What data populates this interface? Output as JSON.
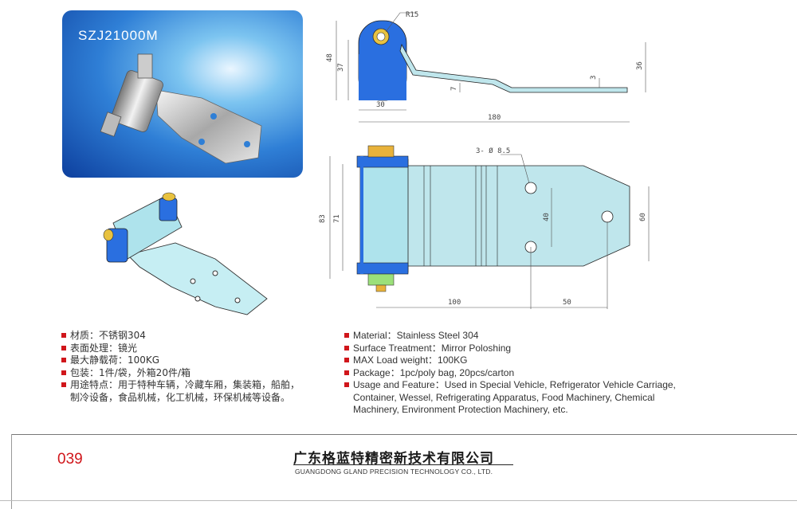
{
  "hero": {
    "model": "SZJ21000M"
  },
  "drawings": {
    "side_view": {
      "radius": "R15",
      "overall_height": "48",
      "inner_height": "37",
      "right_height": "36",
      "offset": "7",
      "thickness": "3",
      "barrel_width": "30",
      "length": "180"
    },
    "top_view": {
      "holes": "3- Ø 8.5",
      "overall_height": "83",
      "inner_height": "71",
      "hole_spacing_v": "40",
      "tip_height": "60",
      "dist_100": "100",
      "dist_50": "50"
    }
  },
  "specs_cn": [
    "材质：不锈钢304",
    "表面处理：镜光",
    "最大静载荷：100KG",
    "包装：1件/袋，外箱20件/箱",
    "用途特点：用于特种车辆，冷藏车厢，集装箱，船舶，",
    "制冷设备，食品机械，化工机械，环保机械等设备。"
  ],
  "specs_en": [
    "Material：Stainless Steel 304",
    "Surface Treatment：Mirror Poloshing",
    "MAX Load weight：100KG",
    "Package：1pc/poly bag,  20pcs/carton",
    "Usage and Feature：Used in Special Vehicle, Refrigerator Vehicle Carriage,",
    "Container, Wessel, Refrigerating Apparatus, Food Machinery, Chemical",
    "Machinery, Environment Protection Machinery, etc."
  ],
  "footer": {
    "page_number": "039",
    "company_cn": "广东格蓝特精密新技术有限公司",
    "company_en": "GUANGDONG GLAND PRECISION TECHNOLOGY CO., LTD."
  },
  "colors": {
    "accent": "#d0161b",
    "drawing_fill": "#bfe6ec",
    "hinge_blue": "#2a6fe0"
  }
}
